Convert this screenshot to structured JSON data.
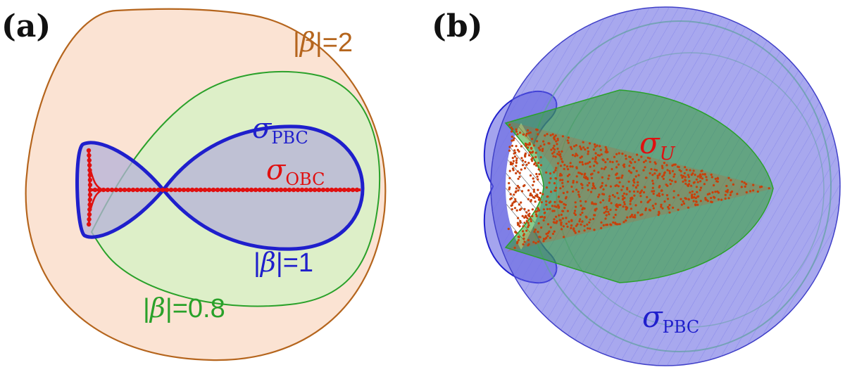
{
  "panel_a": {
    "letter": "(a)",
    "label_beta2": {
      "bar": "|",
      "beta": "β",
      "rest": "|=2"
    },
    "label_beta1": {
      "bar": "|",
      "beta": "β",
      "rest": "|=1"
    },
    "label_beta08": {
      "bar": "|",
      "beta": "β",
      "rest": "|=0.8"
    },
    "sigma_pbc": {
      "sym": "σ",
      "sub": "PBC"
    },
    "sigma_obc": {
      "sym": "σ",
      "sub": "OBC"
    }
  },
  "panel_b": {
    "letter": "(b)",
    "sigma_u": {
      "sym": "σ",
      "sub": "U"
    },
    "sigma_pbc": {
      "sym": "σ",
      "sub": "PBC"
    }
  },
  "colors": {
    "blue": "#1f1fcc",
    "green": "#2aa12a",
    "brown": "#b5651d",
    "red": "#e01010",
    "brown_fill": "#fbe3d3",
    "green_fill": "#d9efc6",
    "blue_fill": "#b4b2d8"
  }
}
